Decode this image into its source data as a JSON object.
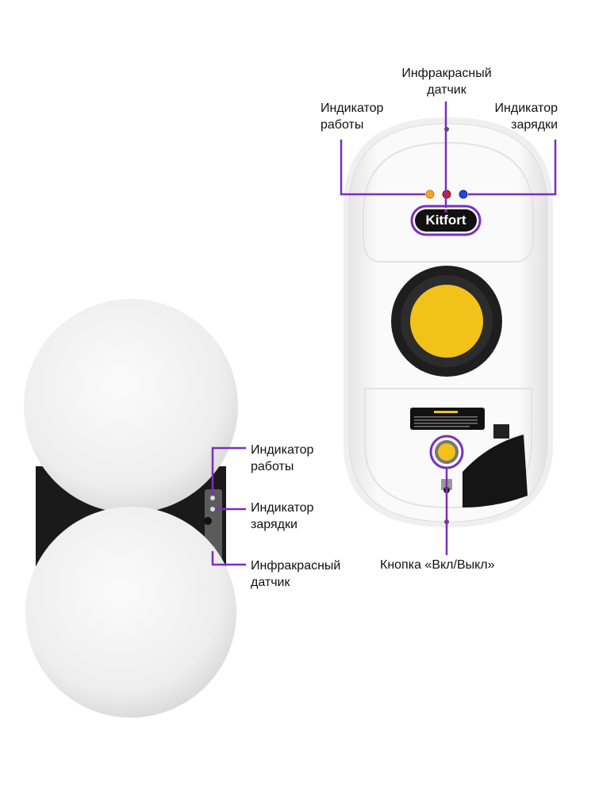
{
  "brand": "Kitfort",
  "colors": {
    "callout": "#7a2fbf",
    "work_led": "#f5a623",
    "ir_led": "#d0202a",
    "charge_led": "#2446e0",
    "button": "#f2c21b"
  },
  "top_view": {
    "ir_sensor": {
      "line1": "Инфракрасный",
      "line2": "датчик"
    },
    "work_indicator": {
      "line1": "Индикатор",
      "line2": "работы"
    },
    "charge_indicator": {
      "line1": "Индикатор",
      "line2": "зарядки"
    },
    "power_button": "Кнопка «Вкл/Выкл»"
  },
  "side_view": {
    "work_indicator": {
      "line1": "Индикатор",
      "line2": "работы"
    },
    "charge_indicator": {
      "line1": "Индикатор",
      "line2": "зарядки"
    },
    "ir_sensor": {
      "line1": "Инфракрасный",
      "line2": "датчик"
    }
  }
}
